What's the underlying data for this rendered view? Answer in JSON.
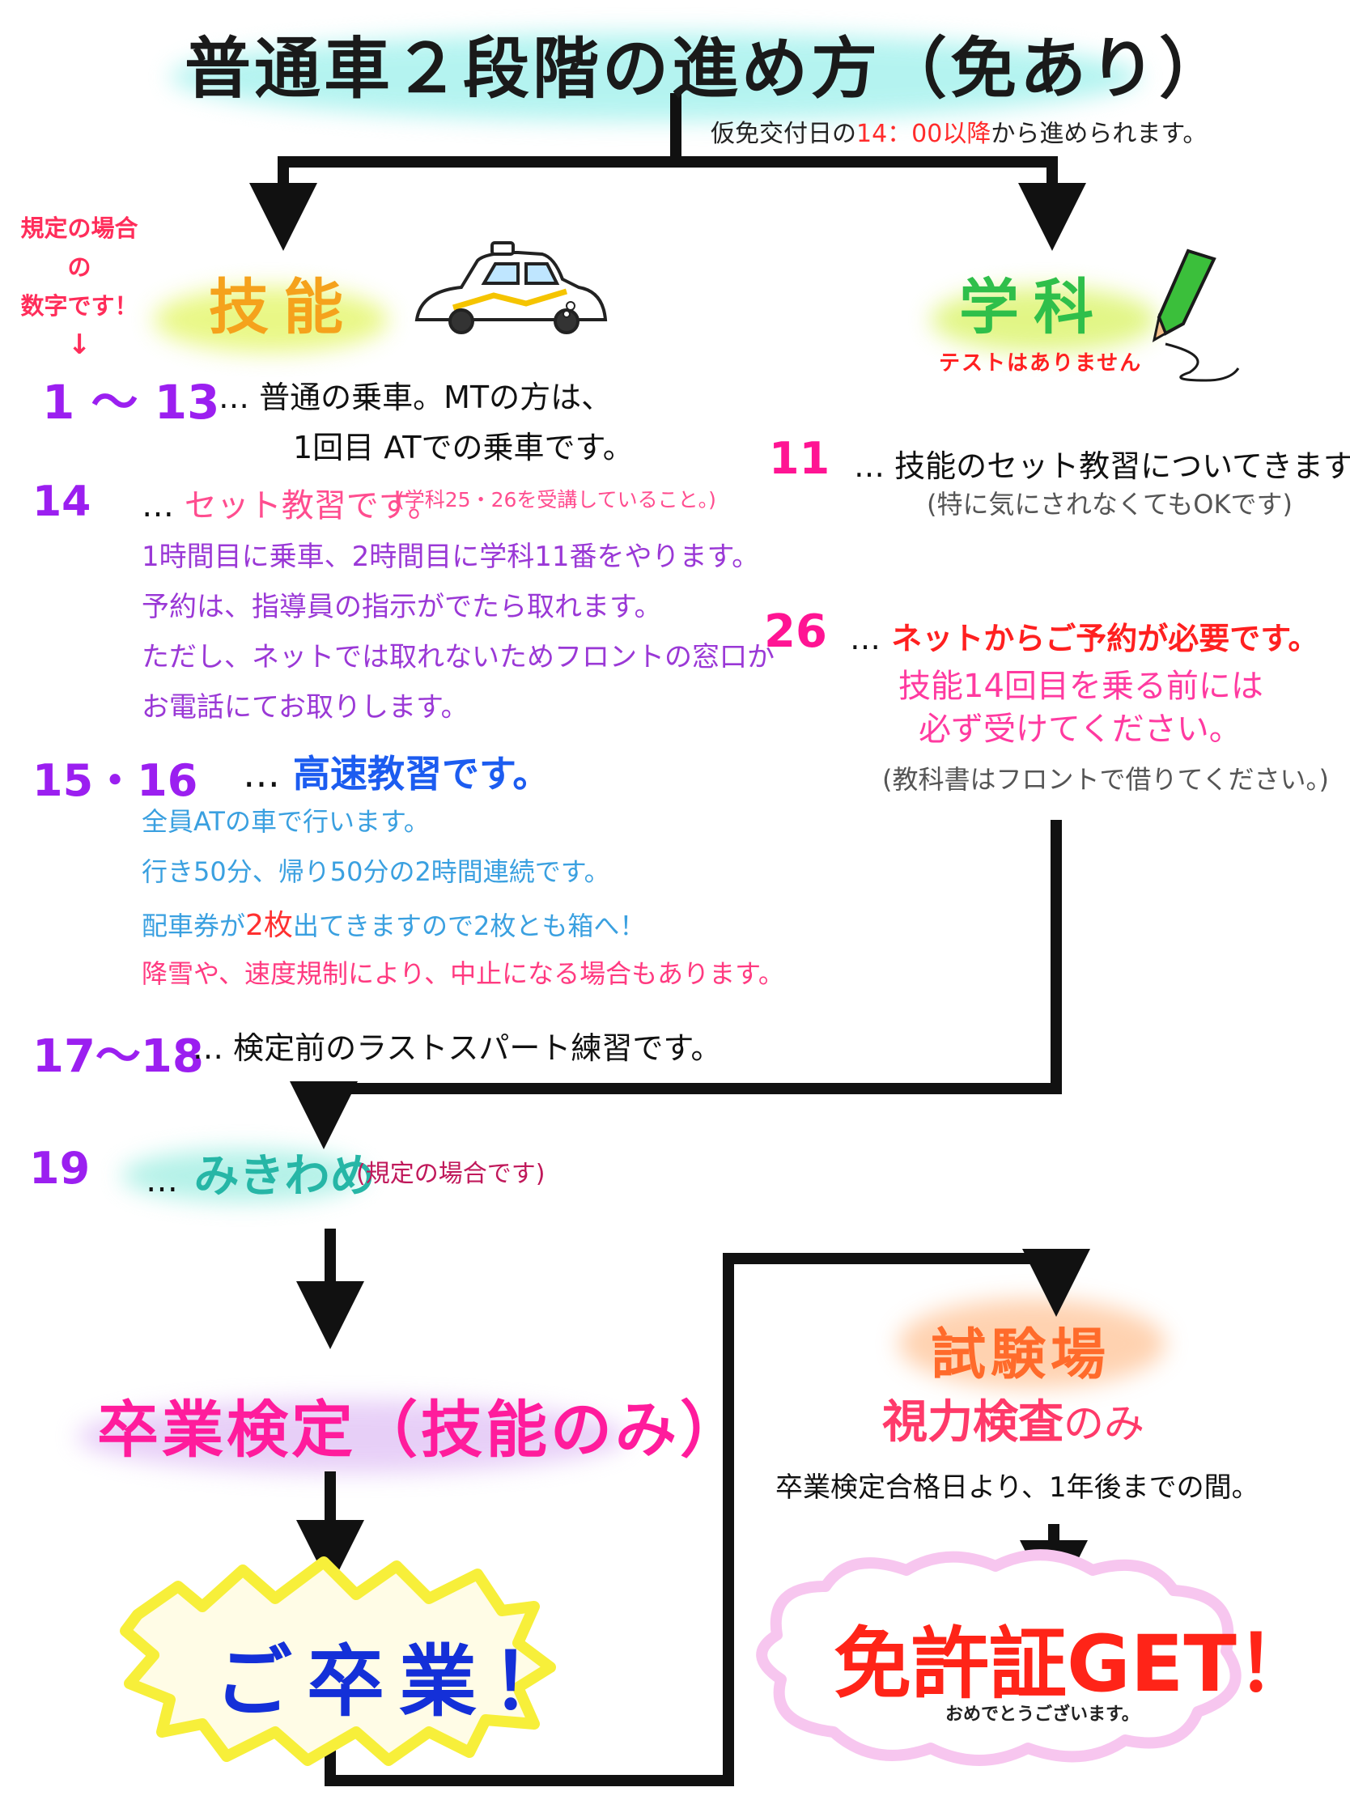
{
  "title": "普通車２段階の進め方（免あり）",
  "top_note": {
    "prefix": "仮免交付日の",
    "time": "14：00以降",
    "suffix": "から進められます。"
  },
  "kitei_note": {
    "line1": "規定の場合の",
    "line2": "数字です！",
    "arrow": "↓"
  },
  "gino": {
    "heading": "技能",
    "items": [
      {
        "num": "1 ～ 13",
        "dots": "…",
        "lines": [
          "普通の乗車。MTの方は、",
          "1回目 ATでの乗車です。"
        ]
      },
      {
        "num": "14",
        "dots": "…",
        "main": "セット教習です。",
        "sub": "(学科25・26を受講していること。)",
        "lines": [
          "1時間目に乗車、2時間目に学科11番をやります。",
          "予約は、指導員の指示がでたら取れます。",
          "ただし、ネットでは取れないためフロントの窓口か",
          "お電話にてお取りします。"
        ]
      },
      {
        "num": "15・16",
        "dots": "…",
        "main": "高速教習です。",
        "lines": [
          "全員ATの車で行います。",
          "行き50分、帰り50分の2時間連続です。"
        ],
        "ticket_pre": "配車券が",
        "ticket_red": "2枚",
        "ticket_post": "出てきますので2枚とも箱へ！",
        "note": "降雪や、速度規制により、中止になる場合もあります。"
      },
      {
        "num": "17～18",
        "dots": "…",
        "main": "検定前のラストスパート練習です。"
      }
    ]
  },
  "gakka": {
    "heading": "学科",
    "no_test": "テストはありません",
    "items": [
      {
        "num": "11",
        "dots": "…",
        "main": "技能のセット教習についてきます",
        "sub": "(特に気にされなくてもOKです)"
      },
      {
        "num": "26",
        "dots": "…",
        "main": "ネットからご予約が必要です。",
        "lines": [
          "技能14回目を乗る前には",
          "必ず受けてください。"
        ],
        "sub": "(教科書はフロントで借りてください。)"
      }
    ]
  },
  "mikiwame": {
    "num": "19",
    "dots": "…",
    "main": "みきわめ",
    "sub": "(規定の場合です)"
  },
  "sotsugyo_kentei": "卒業検定（技能のみ）",
  "shikenjo": {
    "heading": "試験場",
    "main": "視力検査",
    "suffix": "のみ",
    "period": "卒業検定合格日より、1年後までの間。"
  },
  "gosotsugyo": "ご卒業！",
  "menkyo": {
    "main": "免許証GET！",
    "sub": "おめでとうございます。"
  },
  "colors": {
    "title_highlight": "#a8f2ee",
    "gino": "#f5a21c",
    "gakka": "#2fbf4a",
    "number": "#9b1ff0",
    "blue": "#1c5cf0",
    "pink": "#ff1c9c",
    "red": "#ff2418"
  }
}
